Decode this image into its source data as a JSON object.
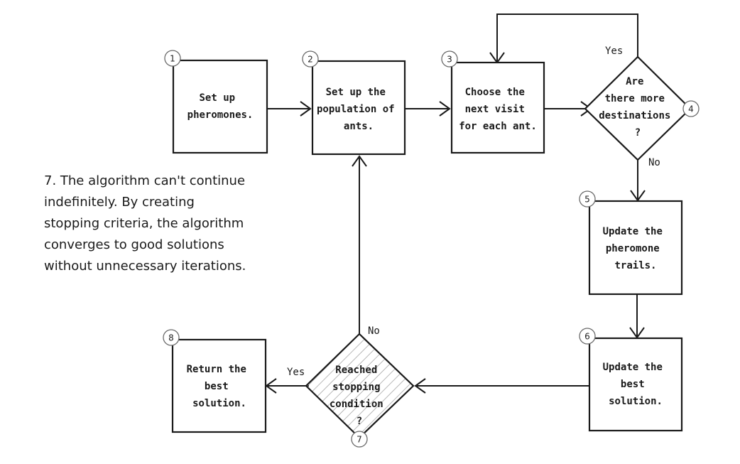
{
  "nodes": {
    "n1": {
      "num": "1",
      "lines": [
        "Set up",
        "pheromones."
      ]
    },
    "n2": {
      "num": "2",
      "lines": [
        "Set up the",
        "population of",
        "ants."
      ]
    },
    "n3": {
      "num": "3",
      "lines": [
        "Choose the",
        "next visit",
        "for each ant."
      ]
    },
    "n4": {
      "num": "4",
      "lines": [
        "Are",
        "there more",
        "destinations",
        "?"
      ]
    },
    "n5": {
      "num": "5",
      "lines": [
        "Update the",
        "pheromone",
        "trails."
      ]
    },
    "n6": {
      "num": "6",
      "lines": [
        "Update the",
        "best",
        "solution."
      ]
    },
    "n7": {
      "num": "7",
      "lines": [
        "Reached",
        "stopping",
        "condition",
        "?"
      ]
    },
    "n8": {
      "num": "8",
      "lines": [
        "Return the",
        "best",
        "solution."
      ]
    }
  },
  "edge_labels": {
    "yes_top": "Yes",
    "no_right": "No",
    "no_loop": "No",
    "yes_left": "Yes"
  },
  "note": {
    "lines": [
      "7. The algorithm can't continue",
      "indefinitely. By creating",
      "stopping criteria, the algorithm",
      "converges to good solutions",
      "without unnecessary iterations."
    ]
  }
}
